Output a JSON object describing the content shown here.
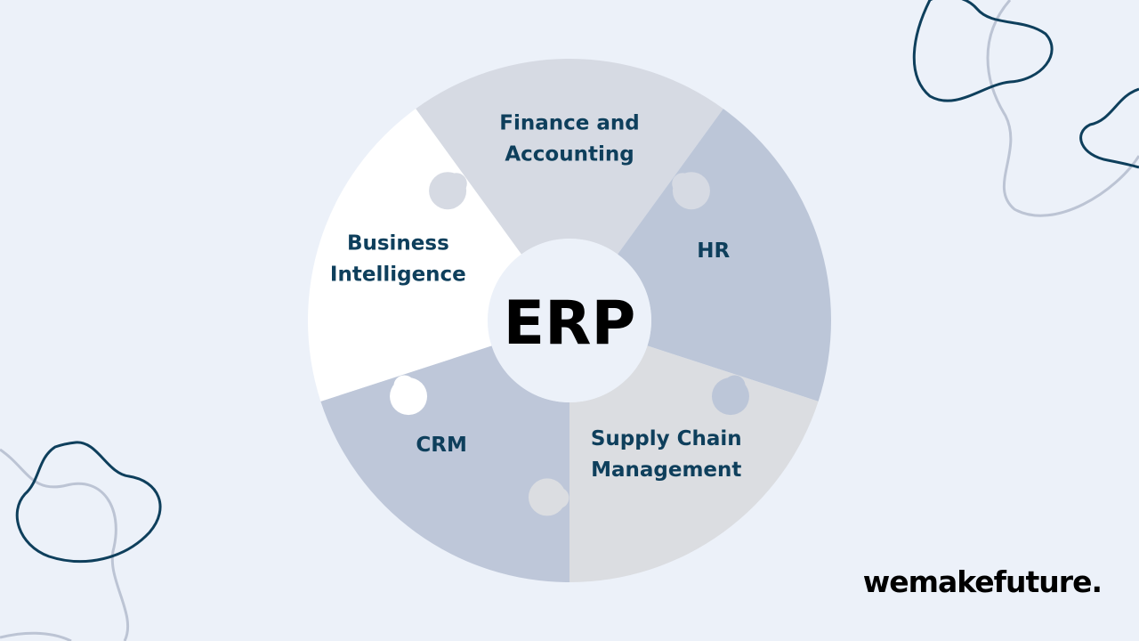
{
  "diagram": {
    "center": {
      "label": "ERP"
    },
    "segments": [
      {
        "key": "finance",
        "lines": [
          "Finance and",
          "Accounting"
        ],
        "color": "#D6DAE3"
      },
      {
        "key": "hr",
        "lines": [
          "HR"
        ],
        "color": "#BCC6D8"
      },
      {
        "key": "supply",
        "lines": [
          "Supply Chain",
          "Management"
        ],
        "color": "#DBDDE1"
      },
      {
        "key": "crm",
        "lines": [
          "CRM"
        ],
        "color": "#BEC7D9"
      },
      {
        "key": "bi",
        "lines": [
          "Business",
          "Intelligence"
        ],
        "color": "#FFFFFF"
      }
    ],
    "label_color": "#0E3F5C"
  },
  "brand": {
    "text": "wemakefuture."
  },
  "theme": {
    "background": "#ECF1F9",
    "decor_dark": "#0E3F5C",
    "decor_light": "#BCC4D4"
  }
}
